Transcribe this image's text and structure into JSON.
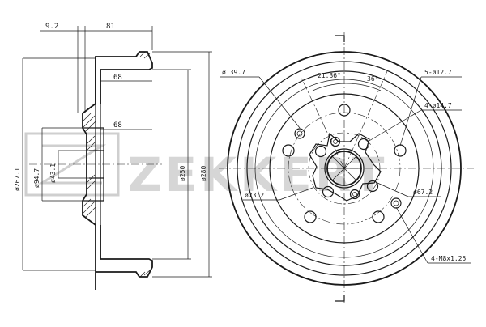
{
  "watermark": {
    "brand": "ZEKKERT"
  },
  "side_view": {
    "dims": {
      "flange_thickness": "9.2",
      "overall_width": "81",
      "inner_depth_top": "68",
      "inner_depth_bottom": "68",
      "dia_outer_flange": "ø267.1",
      "dia_pilot": "ø94.7",
      "dia_center_bore": "ø43.1",
      "dia_braking": "ø250",
      "dia_outer": "ø280"
    }
  },
  "front_view": {
    "dims": {
      "bolt_circle": "ø139.7",
      "angle_1": "21.36°",
      "angle_2": "36°",
      "holes_5": "5-ø12.7",
      "holes_4": "4-ø14.7",
      "dia_73": "ø73.2",
      "dia_67": "ø67.2",
      "thread": "4-M8x1.25"
    }
  }
}
